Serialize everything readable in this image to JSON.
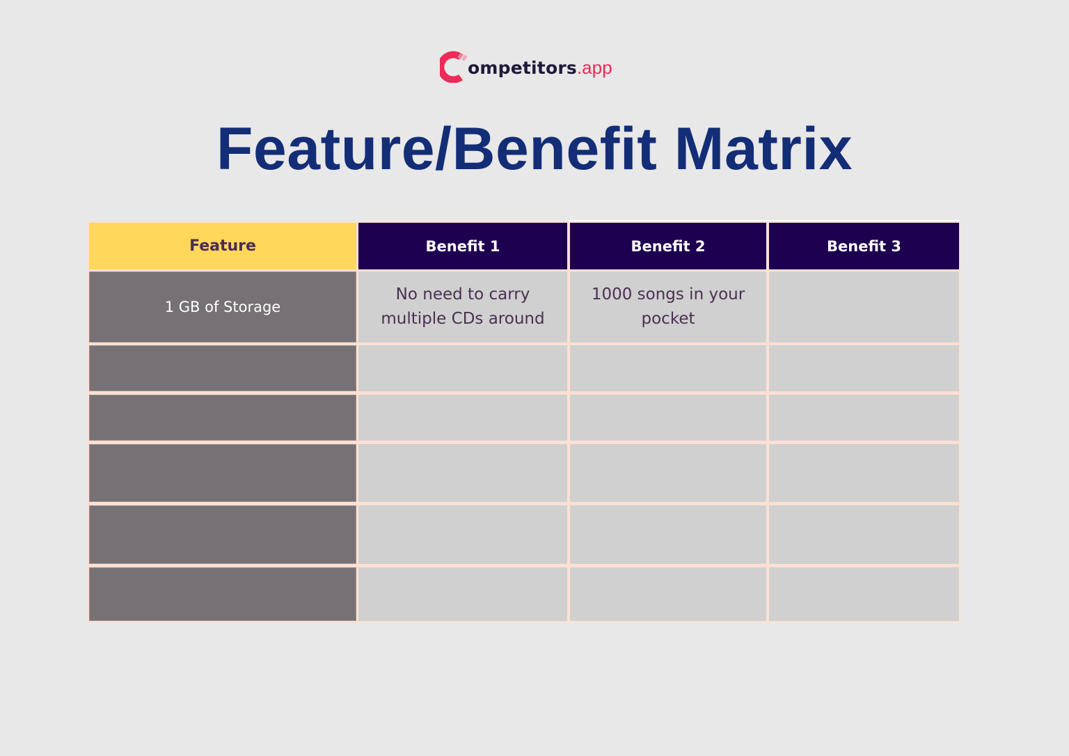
{
  "brand": {
    "logo_main": "ompetitors",
    "logo_tld": ".app",
    "logo_icon": "competitors-c-logo-icon",
    "colors": {
      "logo_red": "#ee2a5a",
      "logo_dark": "#1e1a3a"
    }
  },
  "page": {
    "title": "Feature/Benefit Matrix",
    "title_color": "#142d77"
  },
  "matrix": {
    "headers": [
      "Feature",
      "Benefit 1",
      "Benefit 2",
      "Benefit 3"
    ],
    "colors": {
      "feature_header": "#ffd75a",
      "benefit_header": "#1e0050",
      "feature_cell": "#767174",
      "benefit_cell": "#d0d0d0",
      "grid_line": "#fde0d4"
    },
    "rows": [
      {
        "feature": "1 GB of Storage",
        "benefits": [
          "No need to carry multiple CDs around",
          "1000 songs in your pocket",
          ""
        ]
      },
      {
        "feature": "",
        "benefits": [
          "",
          "",
          ""
        ]
      },
      {
        "feature": "",
        "benefits": [
          "",
          "",
          ""
        ]
      },
      {
        "feature": "",
        "benefits": [
          "",
          "",
          ""
        ]
      },
      {
        "feature": "",
        "benefits": [
          "",
          "",
          ""
        ]
      },
      {
        "feature": "",
        "benefits": [
          "",
          "",
          ""
        ]
      }
    ]
  }
}
